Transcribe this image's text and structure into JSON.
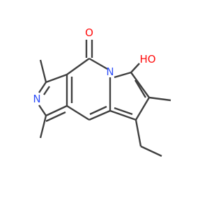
{
  "molecule": {
    "atom_labels": {
      "carbonyl_oxygen": "O",
      "hydroxyl": "HO",
      "imine_nitrogen": "N",
      "ring_nitrogen": "N"
    },
    "colors": {
      "bond": "#404040",
      "oxygen": "#ff0d0d",
      "nitrogen": "#3050f8"
    }
  }
}
